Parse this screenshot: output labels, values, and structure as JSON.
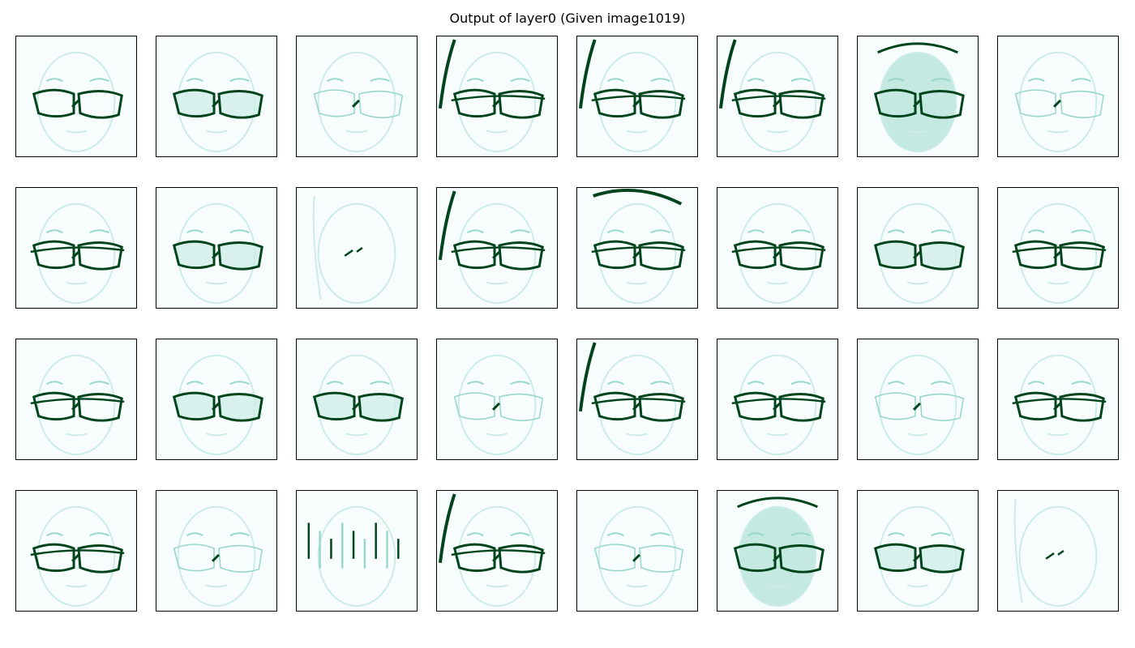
{
  "chart_data": {
    "type": "heatmap",
    "title": "Output of layer0 (Given image1019)",
    "grid": {
      "rows": 4,
      "cols": 8
    },
    "colormap": {
      "name": "BuGn",
      "low": "#f7fcfd",
      "mid": "#99d8c9",
      "high": "#00441b"
    },
    "axes_ticks": false,
    "panels": [
      {
        "row": 1,
        "col": 1,
        "variant": "glasses-edges"
      },
      {
        "row": 1,
        "col": 2,
        "variant": "glasses-lenses"
      },
      {
        "row": 1,
        "col": 3,
        "variant": "faint-edges"
      },
      {
        "row": 1,
        "col": 4,
        "variant": "left-edge-strong"
      },
      {
        "row": 1,
        "col": 5,
        "variant": "left-edge-strong"
      },
      {
        "row": 1,
        "col": 6,
        "variant": "left-edge-strong"
      },
      {
        "row": 1,
        "col": 7,
        "variant": "dense-face"
      },
      {
        "row": 1,
        "col": 8,
        "variant": "faint-edges"
      },
      {
        "row": 2,
        "col": 1,
        "variant": "horizontal-edges"
      },
      {
        "row": 2,
        "col": 2,
        "variant": "glasses-lenses"
      },
      {
        "row": 2,
        "col": 3,
        "variant": "sparse"
      },
      {
        "row": 2,
        "col": 4,
        "variant": "left-edge-strong"
      },
      {
        "row": 2,
        "col": 5,
        "variant": "top-edge-strong"
      },
      {
        "row": 2,
        "col": 6,
        "variant": "horizontal-edges"
      },
      {
        "row": 2,
        "col": 7,
        "variant": "glasses-lenses"
      },
      {
        "row": 2,
        "col": 8,
        "variant": "horizontal-edges"
      },
      {
        "row": 3,
        "col": 1,
        "variant": "horizontal-edges"
      },
      {
        "row": 3,
        "col": 2,
        "variant": "glasses-lenses"
      },
      {
        "row": 3,
        "col": 3,
        "variant": "glasses-lenses"
      },
      {
        "row": 3,
        "col": 4,
        "variant": "faint-edges"
      },
      {
        "row": 3,
        "col": 5,
        "variant": "left-edge-strong"
      },
      {
        "row": 3,
        "col": 6,
        "variant": "horizontal-edges"
      },
      {
        "row": 3,
        "col": 7,
        "variant": "faint-edges"
      },
      {
        "row": 3,
        "col": 8,
        "variant": "horizontal-edges"
      },
      {
        "row": 4,
        "col": 1,
        "variant": "horizontal-edges"
      },
      {
        "row": 4,
        "col": 2,
        "variant": "faint-edges"
      },
      {
        "row": 4,
        "col": 3,
        "variant": "vertical-sparse"
      },
      {
        "row": 4,
        "col": 4,
        "variant": "left-edge-strong"
      },
      {
        "row": 4,
        "col": 5,
        "variant": "faint-edges"
      },
      {
        "row": 4,
        "col": 6,
        "variant": "dense-face"
      },
      {
        "row": 4,
        "col": 7,
        "variant": "glasses-lenses"
      },
      {
        "row": 4,
        "col": 8,
        "variant": "sparse"
      }
    ]
  }
}
